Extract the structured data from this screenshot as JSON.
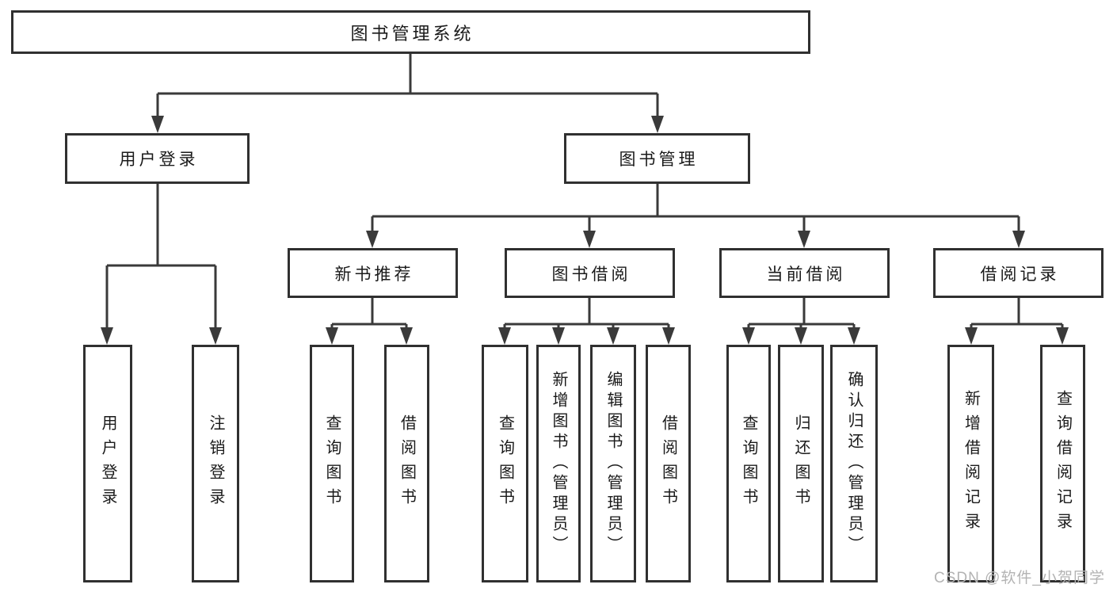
{
  "nodes": {
    "root": "图书管理系统",
    "level1": {
      "user_login": "用户登录",
      "book_management": "图书管理"
    },
    "level2": {
      "new_book_recommend": "新书推荐",
      "book_borrow": "图书借阅",
      "current_borrow": "当前借阅",
      "borrow_record": "借阅记录"
    },
    "leaves": {
      "user_login": [
        "用户登录",
        "注销登录"
      ],
      "new_book_recommend": [
        "查询图书",
        "借阅图书"
      ],
      "book_borrow": [
        "查询图书",
        "新增图书（管理员）",
        "编辑图书（管理员）",
        "借阅图书"
      ],
      "current_borrow": [
        "查询图书",
        "归还图书",
        "确认归还（管理员）"
      ],
      "borrow_record": [
        "新增借阅记录",
        "查询借阅记录"
      ]
    }
  },
  "watermark": {
    "text": "CSDN @软件_小贺同学"
  },
  "colors": {
    "line": "#3a3a3a",
    "box_border": "#303030",
    "box_fill": "#ffffff",
    "text": "#1a1a1a",
    "watermark": "#b3b3b3",
    "background": "#ffffff"
  }
}
